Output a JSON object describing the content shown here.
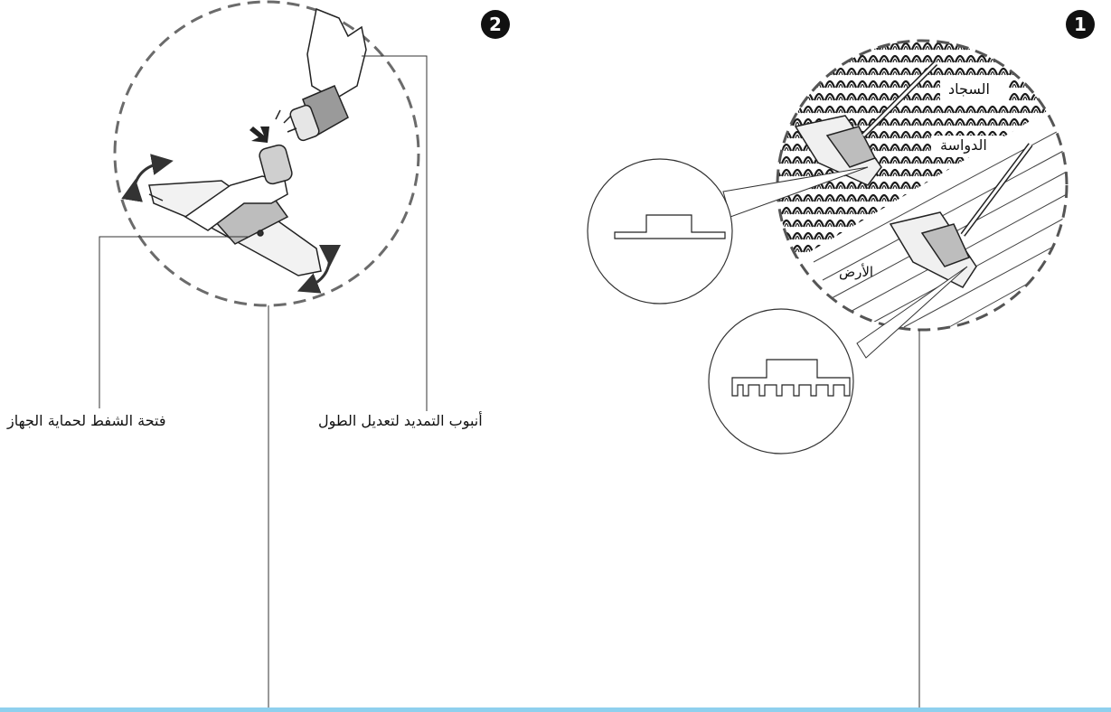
{
  "steps": {
    "step1": "1",
    "step2": "2"
  },
  "panel1": {
    "carpet_label": "السجاد",
    "pedal_label": "الدواسة",
    "floor_label": "الأرض"
  },
  "panel2": {
    "extension_tube_label": "أنبوب التمديد لتعديل الطول",
    "suction_vent_label": "فتحة الشفط لحماية الجهاز"
  },
  "colors": {
    "bottom_bar": "#8fd0ee",
    "ink": "#111111"
  }
}
